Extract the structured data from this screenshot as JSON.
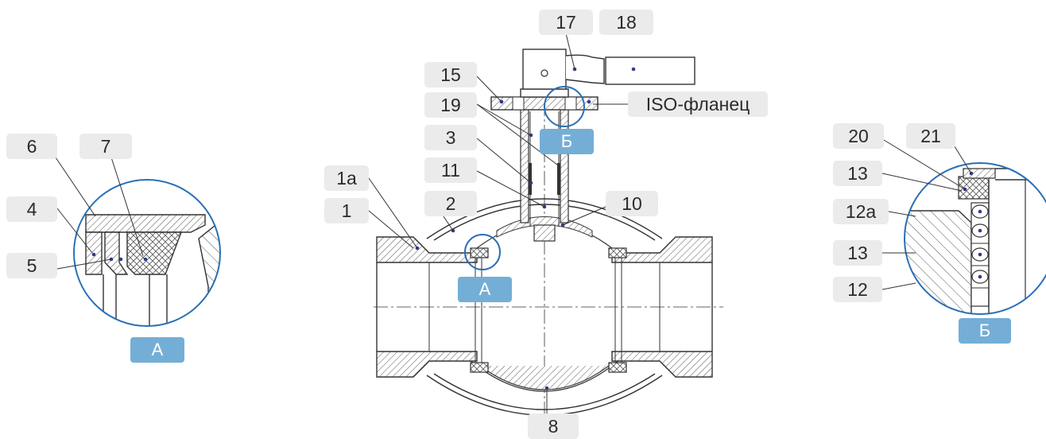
{
  "diagram": {
    "part_labels": {
      "p1": "1",
      "p1a": "1a",
      "p2": "2",
      "p3": "3",
      "p4": "4",
      "p5": "5",
      "p6": "6",
      "p7": "7",
      "p8": "8",
      "p10": "10",
      "p11": "11",
      "p12": "12",
      "p12a": "12a",
      "p13a": "13",
      "p13b": "13",
      "p15": "15",
      "p17": "17",
      "p18": "18",
      "p19": "19",
      "p20": "20",
      "p21": "21"
    },
    "iso_flange_label": "ISO-фланец",
    "views": {
      "detail_a_main": "А",
      "detail_a_caption": "А",
      "detail_b_main": "Б",
      "detail_b_caption": "Б"
    },
    "colors": {
      "tag_fill": "#ebebeb",
      "view_tag_fill": "#74aed6",
      "line": "#333333",
      "detail_circle": "#2a6fb5",
      "marker_dot": "#2f3b8f"
    }
  }
}
